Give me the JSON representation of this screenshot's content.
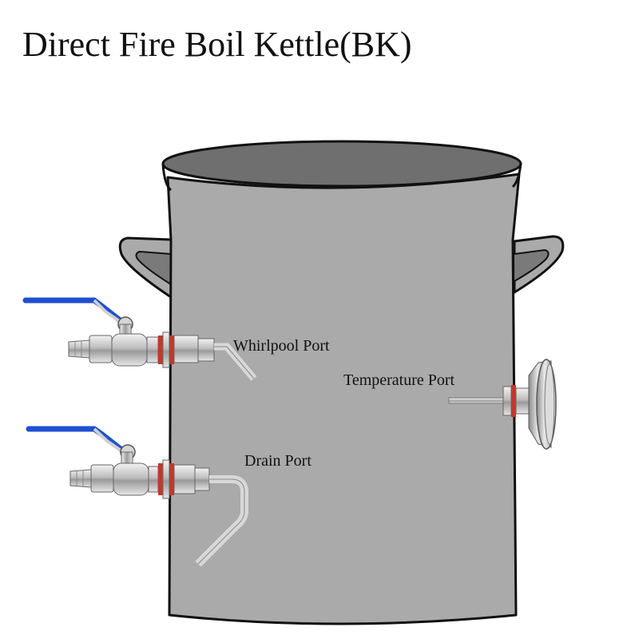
{
  "title": "Direct Fire Boil Kettle(BK)",
  "labels": {
    "whirlpool": "Whirlpool Port",
    "temperature": "Temperature Port",
    "drain": "Drain Port"
  },
  "colors": {
    "kettle_body": "#aaaaaa",
    "kettle_inside": "#6f6f6f",
    "outline": "#111111",
    "valve_handle": "#1f4fd1",
    "steel": "#c9c9c9",
    "gasket": "#c0392b"
  }
}
